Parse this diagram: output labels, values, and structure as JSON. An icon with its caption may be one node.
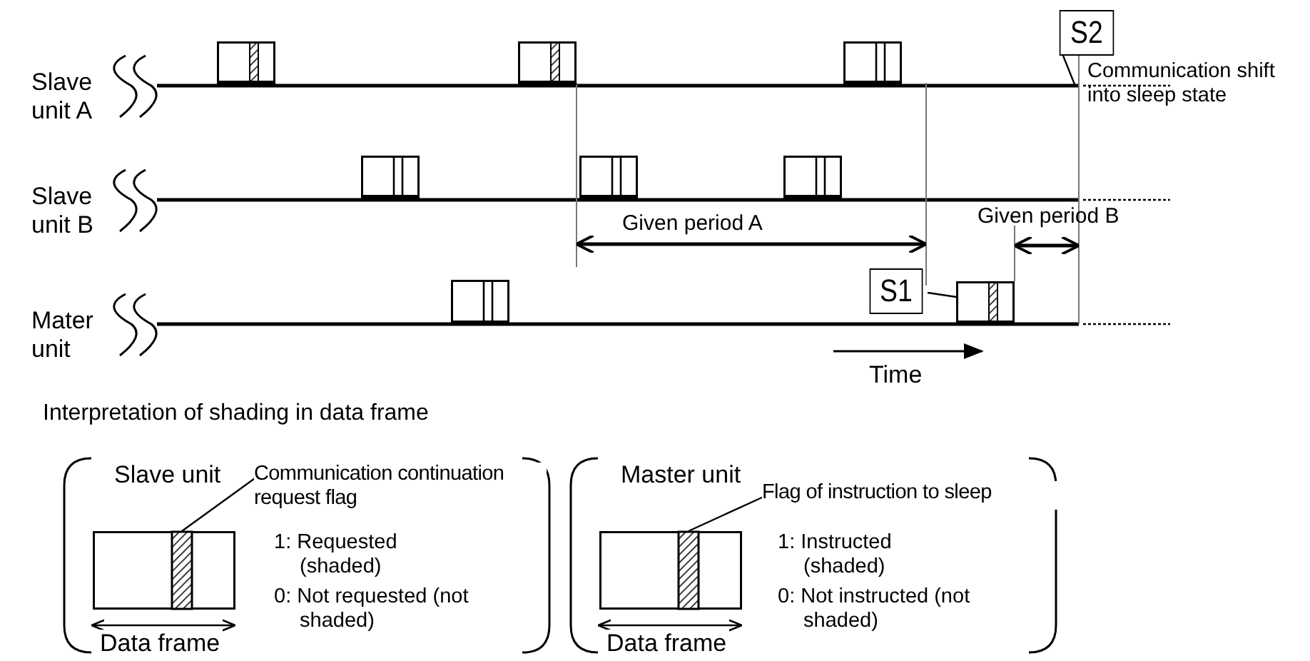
{
  "diagram": {
    "nodes": [
      {
        "text": [
          "S2"
        ]
      },
      {
        "text": [],
        "shape": "box"
      },
      {
        "text": [],
        "shape": "box"
      },
      {
        "text": [],
        "shape": "box"
      },
      {
        "text": [],
        "shape": "box"
      },
      {
        "text": [],
        "shape": "box"
      },
      {
        "text": [],
        "shape": "box"
      },
      {
        "text": [],
        "shape": "box"
      },
      {
        "text": [
          "S1"
        ]
      },
      {
        "text": [],
        "shape": "box"
      },
      {
        "text": [
          "Slave unit"
        ]
      },
      {
        "text": [
          "Communication continuation request flag"
        ],
        "in": 10
      },
      {
        "text": [],
        "shape": "box",
        "in": 10
      },
      {
        "text": [],
        "shape": "bar",
        "in": 12
      },
      {
        "text": [
          "Master unit"
        ]
      },
      {
        "text": [
          "Flag of instruction to sleep"
        ],
        "in": 14
      },
      {
        "text": [],
        "shape": "box",
        "in": 14
      },
      {
        "text": [],
        "shape": "bar",
        "in": 16
      }
    ],
    "edges": [
      {
        "from": 0,
        "to": null,
        "arrow": "none"
      },
      {
        "from": 8,
        "to": 9,
        "arrow": "none"
      },
      {
        "from": 11,
        "to": 13,
        "arrow": "none"
      },
      {
        "from": 15,
        "to": 17,
        "arrow": "none"
      }
    ],
    "labels": [
      "Slave unit A",
      "Communication shift into sleep state",
      "Slave unit B",
      "Given period A",
      "Given period B",
      "Mater unit",
      "Time",
      "Interpretation of shading in data frame",
      "1: Requested (shaded)",
      "0: Not requested (not shaded)",
      "Data frame",
      "1: Instructed (shaded)",
      "0: Not instructed (not shaded)",
      "Data frame"
    ]
  }
}
